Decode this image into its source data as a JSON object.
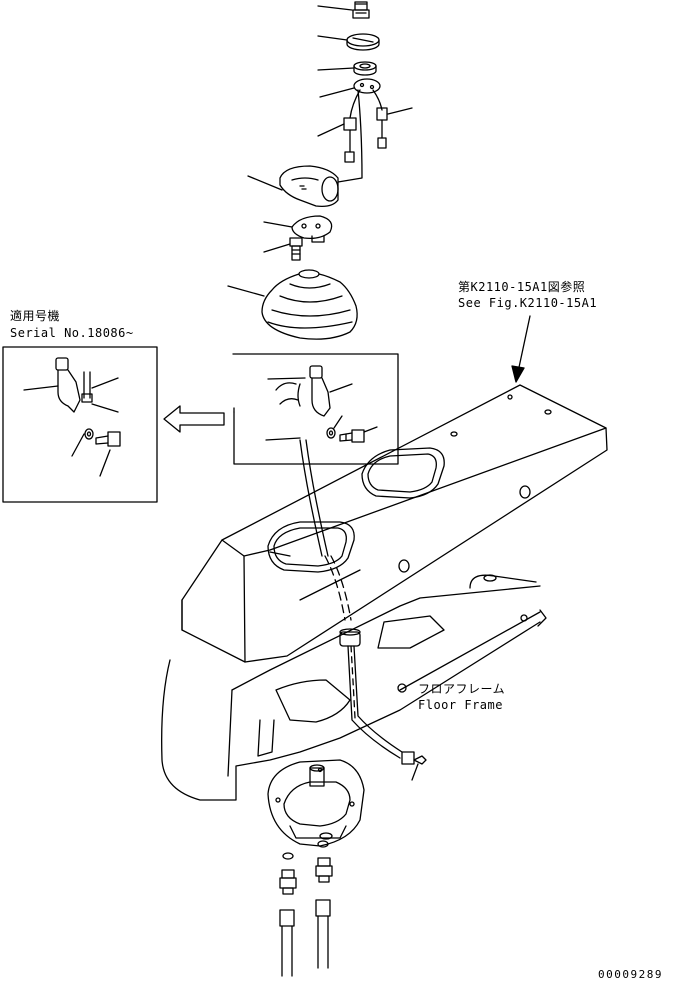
{
  "inset": {
    "line1": "適用号機",
    "line2": "Serial No.18086~"
  },
  "reference": {
    "line1": "第K2110-15A1図参照",
    "line2": "See Fig.K2110-15A1"
  },
  "floor_frame": {
    "line1": "フロアフレーム",
    "line2": "Floor Frame"
  },
  "footer": {
    "drawing_number": "00009289"
  },
  "colors": {
    "line": "#000000",
    "background": "#ffffff"
  }
}
